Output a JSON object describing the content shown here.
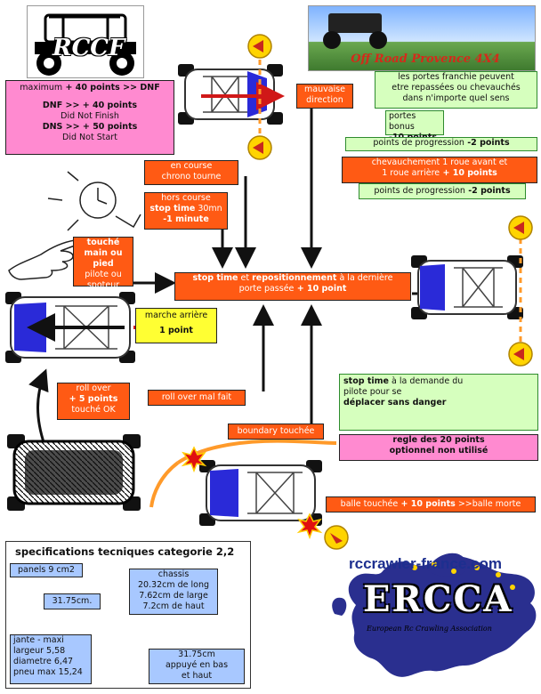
{
  "logos": {
    "rccf": "RCCF",
    "orp": "Off Road Provence 4X4",
    "ercca_site": "rccrawler-france.com",
    "ercca": "ERCCA",
    "ercca_sub": "European Rc Crawling Association"
  },
  "boxes": {
    "dnf": {
      "l1": "maximum",
      "l1b": " + 40 points >> DNF",
      "l2": "DNF  >> + 40 points",
      "l3": "Did Not Finish",
      "l4": "DNS >> + 50 points",
      "l5": "Did Not Start"
    },
    "mauvaise": {
      "l1": "mauvaise",
      "l2": "direction"
    },
    "portes_franchie": {
      "l1": "les portes franchie peuvent",
      "l2": "etre repassées ou chevauchés",
      "l3": "dans n'importe quel sens"
    },
    "portes_bonus": {
      "l1": "portes bonus",
      "l2": "-10 points"
    },
    "progression1": {
      "l1": "points de progression",
      "l1b": "  -2 points"
    },
    "en_course": {
      "l1": "en course",
      "l2": "chrono tourne"
    },
    "chevauchement": {
      "l1": "chevauchement 1 roue avant et",
      "l2": "1 roue arrière",
      "l2b": "  + 10 points"
    },
    "progression2": {
      "l1": "points de progression",
      "l1b": "  -2 points"
    },
    "hors_course": {
      "l1": "hors course",
      "l2a": "stop time",
      "l2b": " 30mn",
      "l3": "-1 minute"
    },
    "touche": {
      "l1": "touché",
      "l2": "main ou pied",
      "l3": "pilote ou",
      "l4": "spoteur"
    },
    "stop_time": {
      "l1a": "stop time",
      "l1b": " et ",
      "l1c": "repositionnement",
      "l1d": " à la dernière",
      "l2": "porte passée",
      "l2b": "  + 10 point"
    },
    "marche": {
      "l1": "marche arrière",
      "l2": "1 point"
    },
    "roll_over": {
      "l1": "roll over",
      "l2": "+ 5 points",
      "l3": "touché OK"
    },
    "roll_mal": {
      "l1": "roll over mal fait"
    },
    "stop_demande": {
      "l1a": "stop time",
      "l1b": " à la demande du",
      "l2": "pilote pour se",
      "l3": "déplacer sans danger"
    },
    "boundary": {
      "l1": "boundary touchée"
    },
    "regle": {
      "l1": "regle des 20 points",
      "l2": "optionnel non utilisé"
    },
    "balle": {
      "l1": "balle touchée",
      "l1b": " + 10 points",
      "l1c": " >>balle morte"
    }
  },
  "specs": {
    "title": "specifications tecniques categorie 2,2",
    "panels": "panels 9 cm2",
    "width": "31.75cm.",
    "chassis": {
      "l1": "chassis",
      "l2": "20.32cm de long",
      "l3": "7.62cm de large",
      "l4": "7.2cm de haut"
    },
    "jante": {
      "l1": "jante - maxi",
      "l2": "largeur 5,58",
      "l3": "diametre 6,47",
      "l4": "pneu max 15,24"
    },
    "length": {
      "l1": "31.75cm",
      "l2": "appuyé en bas",
      "l3": "et haut"
    }
  },
  "colors": {
    "orange": "#ff5a14",
    "green": "#d6ffbe",
    "pink": "#ff8ad0",
    "yellow": "#ffff33",
    "blue": "#a8c8ff",
    "car_blue": "#2a2ad8",
    "gate_yellow": "#ffd400",
    "gate_red": "#c8281e"
  },
  "icons": [
    "stopwatch-icon",
    "hand-icon",
    "arrow-icon",
    "gate-icon",
    "car-icon",
    "europe-map-icon",
    "crash-burst-icon"
  ]
}
